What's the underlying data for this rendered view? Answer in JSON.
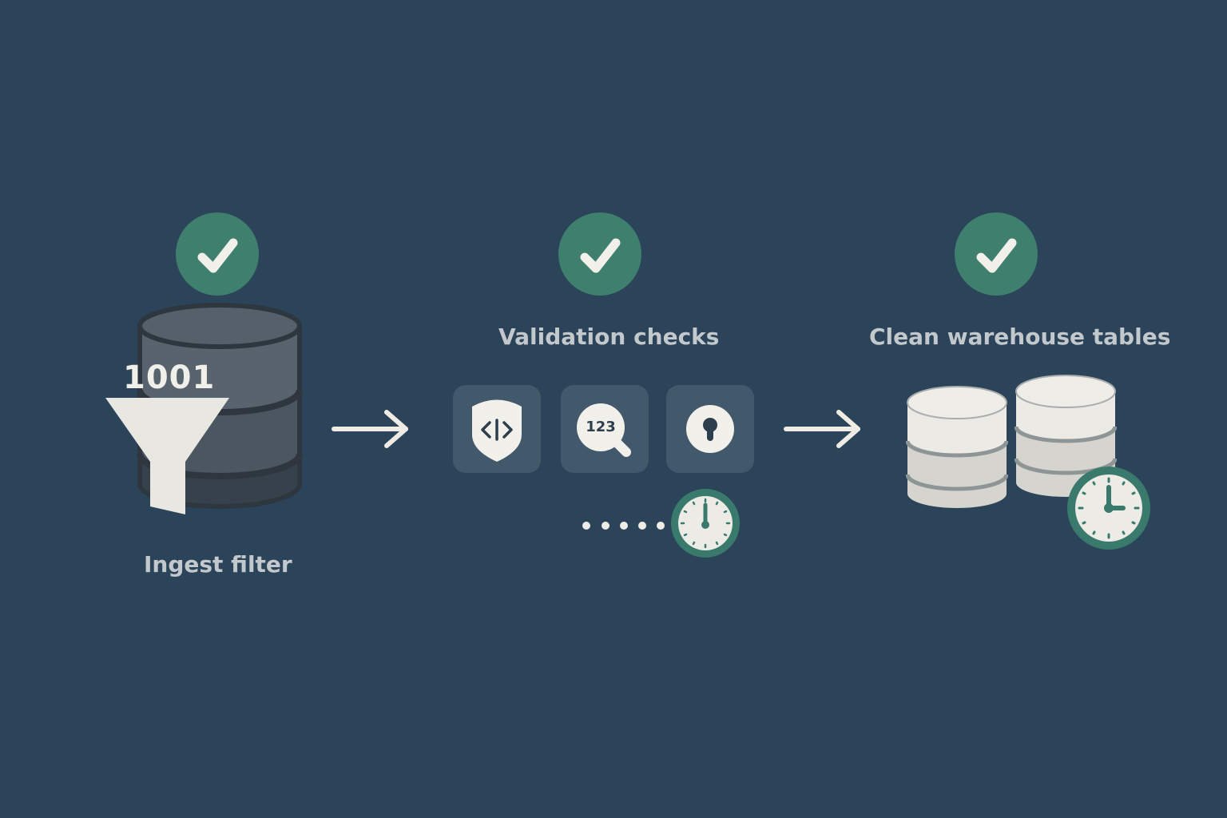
{
  "diagram": {
    "title": "Data pipeline quality stages",
    "colors": {
      "background": "#2b4459",
      "check_green": "#3f7f6e",
      "icon_light": "#f2f0ea",
      "label": "#c2c8cc"
    },
    "stages": [
      {
        "id": "ingest",
        "label": "Ingest filter",
        "status": "passed",
        "icons": [
          "check-icon",
          "database-icon",
          "funnel-icon"
        ],
        "badge_text": "1001"
      },
      {
        "id": "validation",
        "label": "Validation checks",
        "status": "passed",
        "icons": [
          "check-icon"
        ],
        "checks": [
          {
            "name": "schema-check",
            "icon": "code-shield-icon"
          },
          {
            "name": "numeric-check",
            "icon": "number-search-icon",
            "text": "123"
          },
          {
            "name": "key-check",
            "icon": "keyhole-icon"
          }
        ],
        "timer": {
          "icon": "clock-icon",
          "time": "12:00"
        }
      },
      {
        "id": "warehouse",
        "label": "Clean warehouse tables",
        "status": "passed",
        "icons": [
          "check-icon",
          "database-icon",
          "database-icon"
        ],
        "timer": {
          "icon": "clock-icon",
          "time": "3:00"
        }
      }
    ],
    "connectors": [
      {
        "from": "ingest",
        "to": "validation",
        "type": "arrow"
      },
      {
        "from": "validation",
        "to": "warehouse",
        "type": "arrow"
      }
    ]
  }
}
